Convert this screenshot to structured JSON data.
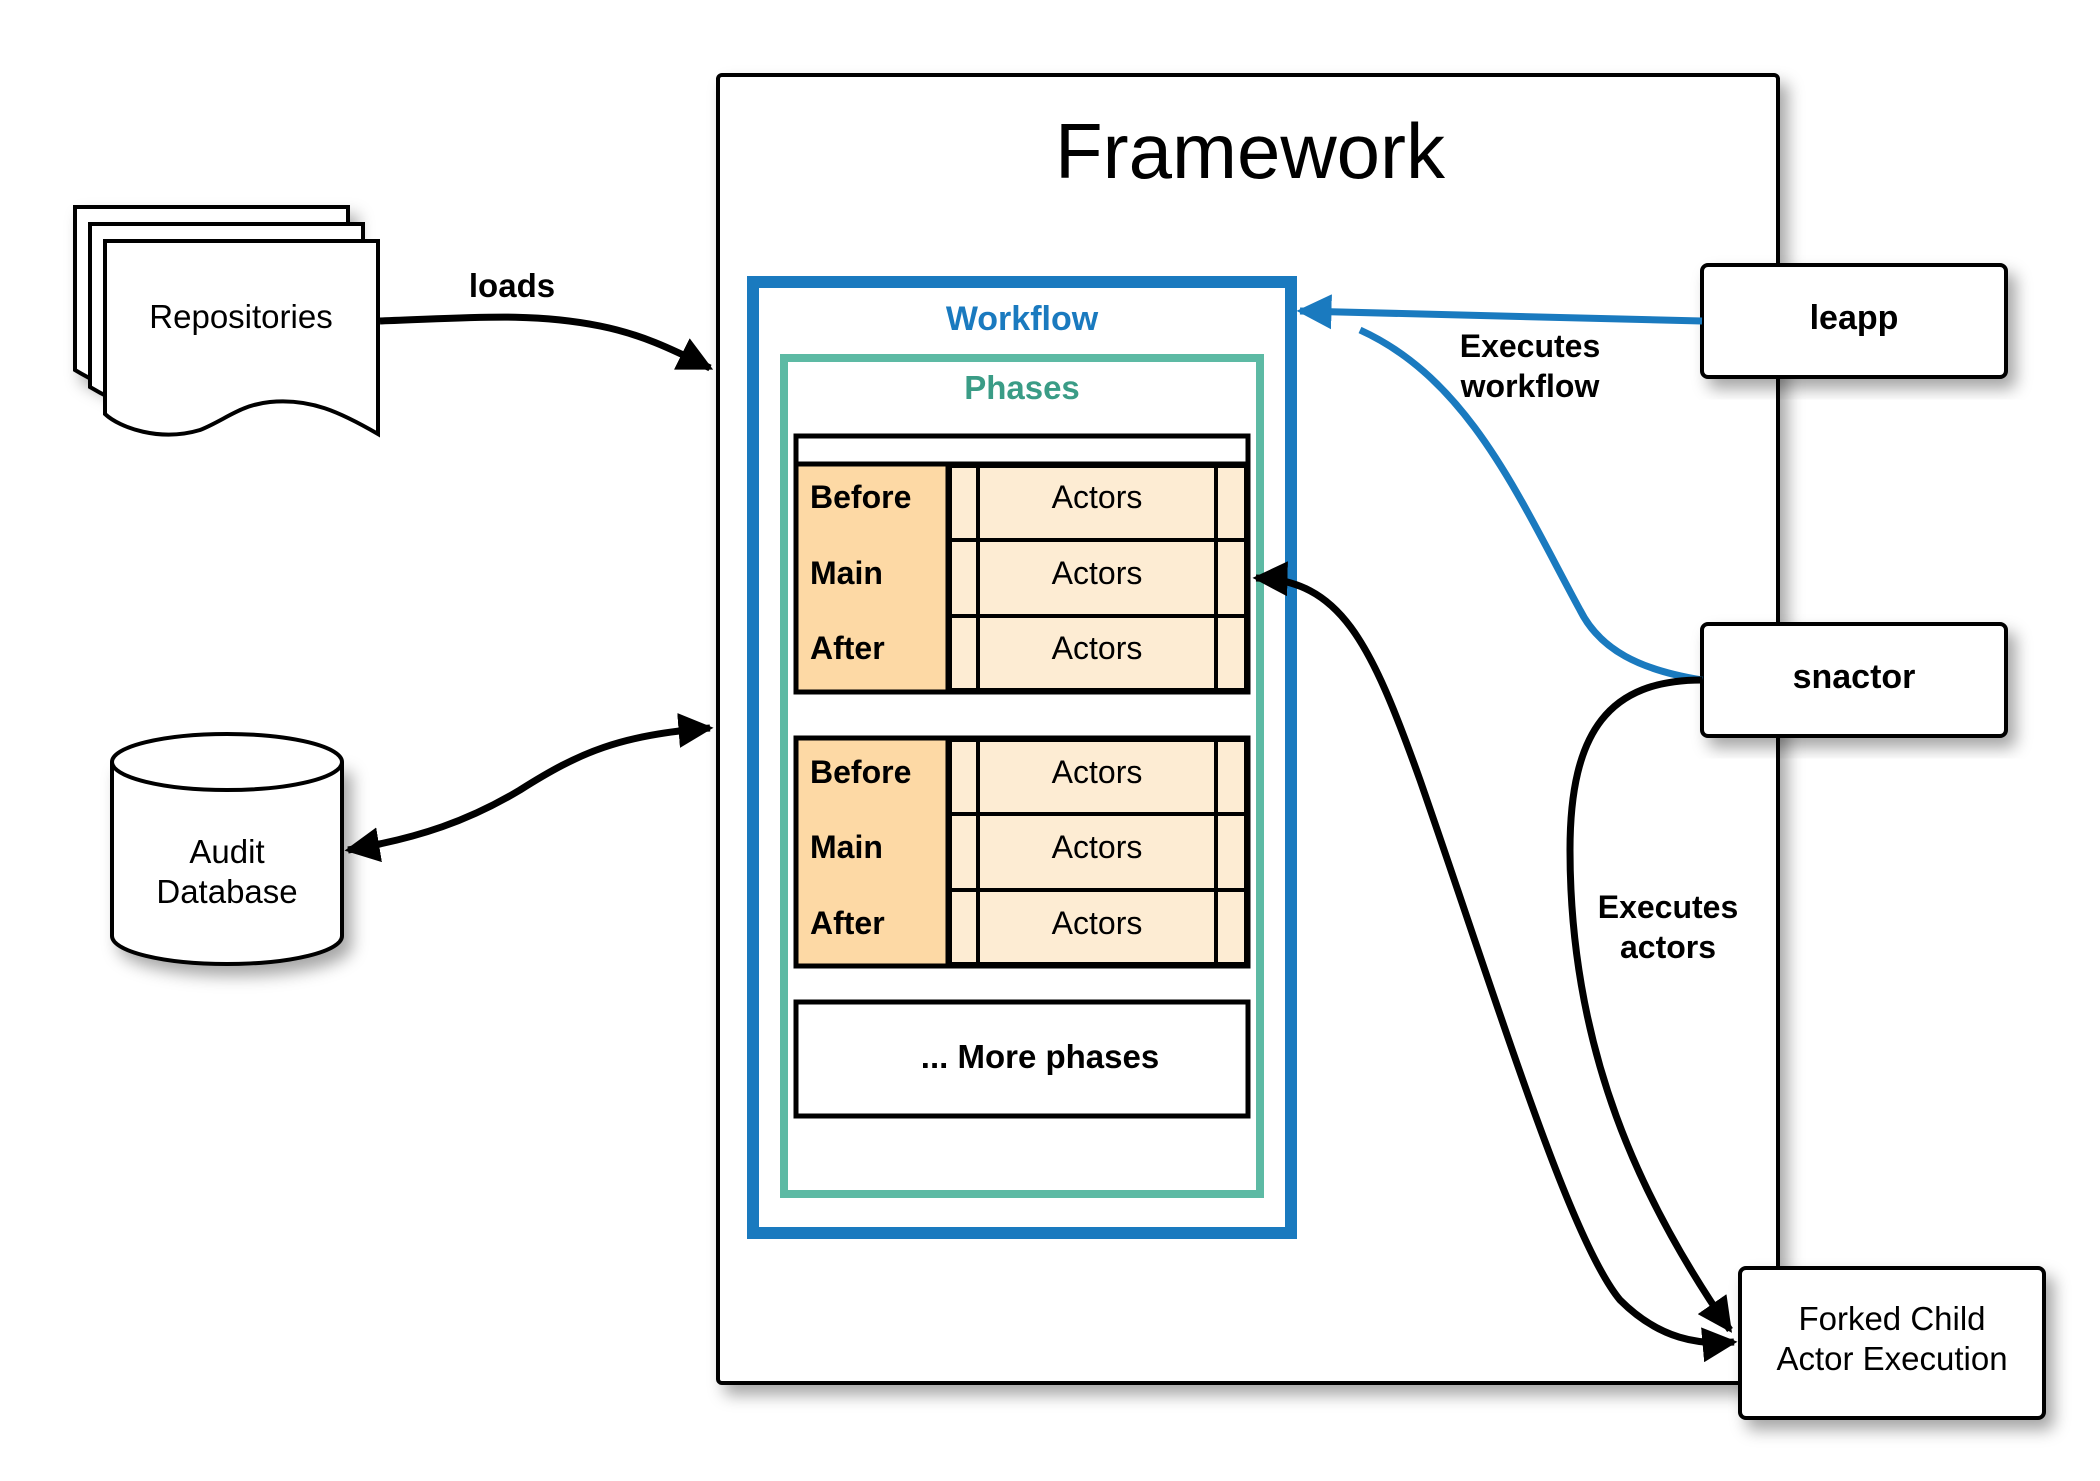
{
  "framework": {
    "title": "Framework"
  },
  "workflow": {
    "title": "Workflow"
  },
  "phases": {
    "title": "Phases",
    "groups": [
      {
        "rows": [
          {
            "stage": "Before",
            "actors": "Actors"
          },
          {
            "stage": "Main",
            "actors": "Actors"
          },
          {
            "stage": "After",
            "actors": "Actors"
          }
        ]
      },
      {
        "rows": [
          {
            "stage": "Before",
            "actors": "Actors"
          },
          {
            "stage": "Main",
            "actors": "Actors"
          },
          {
            "stage": "After",
            "actors": "Actors"
          }
        ]
      }
    ],
    "more": "... More phases"
  },
  "repositories": {
    "label": "Repositories"
  },
  "audit_db": {
    "line1": "Audit",
    "line2": "Database"
  },
  "leapp": {
    "label": "leapp"
  },
  "snactor": {
    "label": "snactor"
  },
  "forked": {
    "line1": "Forked Child",
    "line2": "Actor Execution"
  },
  "edges": {
    "loads": "loads",
    "executes_workflow": {
      "line1": "Executes",
      "line2": "workflow"
    },
    "executes_actors": {
      "line1": "Executes",
      "line2": "actors"
    }
  },
  "colors": {
    "workflow": "#1a7abf",
    "phases": "#5dbaa4",
    "stage_fill": "#fdd9a5",
    "actor_fill": "#fdecd3",
    "edge": "#000000",
    "workflow_edge": "#1a7abf"
  }
}
